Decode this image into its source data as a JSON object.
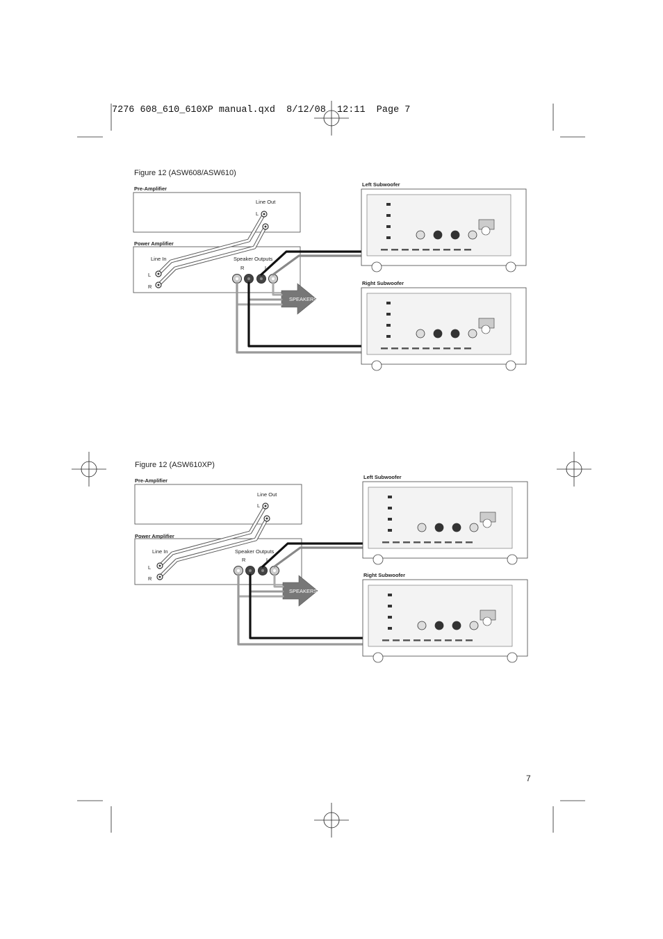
{
  "header": {
    "slug": "7276 608_610_610XP manual.qxd  8/12/08  12:11  Page 7"
  },
  "figures": [
    {
      "title": "Figure 12  (ASW608/ASW610)",
      "pre_amplifier": "Pre-Amplifier",
      "line_out": "Line Out",
      "power_amplifier": "Power Amplifier",
      "line_in": "Line In",
      "speaker_outputs": "Speaker Outputs",
      "ch_l": "L",
      "ch_r": "R",
      "speakers": "SPEAKERS",
      "left_sub": "Left Subwoofer",
      "right_sub": "Right Subwoofer"
    },
    {
      "title": "Figure 12 (ASW610XP)",
      "pre_amplifier": "Pre-Amplifier",
      "line_out": "Line Out",
      "power_amplifier": "Power Amplifier",
      "line_in": "Line In",
      "speaker_outputs": "Speaker Outputs",
      "ch_l": "L",
      "ch_r": "R",
      "speakers": "SPEAKERS",
      "left_sub": "Left Subwoofer",
      "right_sub": "Right Subwoofer"
    }
  ],
  "page_number": "7"
}
